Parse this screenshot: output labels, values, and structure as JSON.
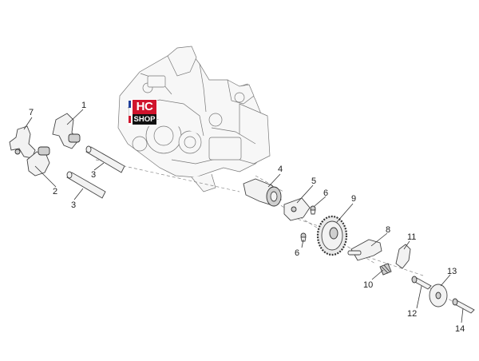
{
  "logo": {
    "top_text": "HC",
    "bottom_text": "SHOP",
    "colors": {
      "red": "#d0142c",
      "black": "#111111",
      "flag_blue": "#1f3f9a",
      "flag_white": "#ffffff",
      "flag_red": "#d0142c"
    }
  },
  "callouts": [
    {
      "id": "c7",
      "text": "7"
    },
    {
      "id": "c1",
      "text": "1"
    },
    {
      "id": "c2",
      "text": "2"
    },
    {
      "id": "c3a",
      "text": "3"
    },
    {
      "id": "c3b",
      "text": "3"
    },
    {
      "id": "c4",
      "text": "4"
    },
    {
      "id": "c5",
      "text": "5"
    },
    {
      "id": "c6a",
      "text": "6"
    },
    {
      "id": "c6b",
      "text": "6"
    },
    {
      "id": "c9",
      "text": "9"
    },
    {
      "id": "c8",
      "text": "8"
    },
    {
      "id": "c11",
      "text": "11"
    },
    {
      "id": "c10",
      "text": "10"
    },
    {
      "id": "c13",
      "text": "13"
    },
    {
      "id": "c12",
      "text": "12"
    },
    {
      "id": "c14",
      "text": "14"
    }
  ]
}
